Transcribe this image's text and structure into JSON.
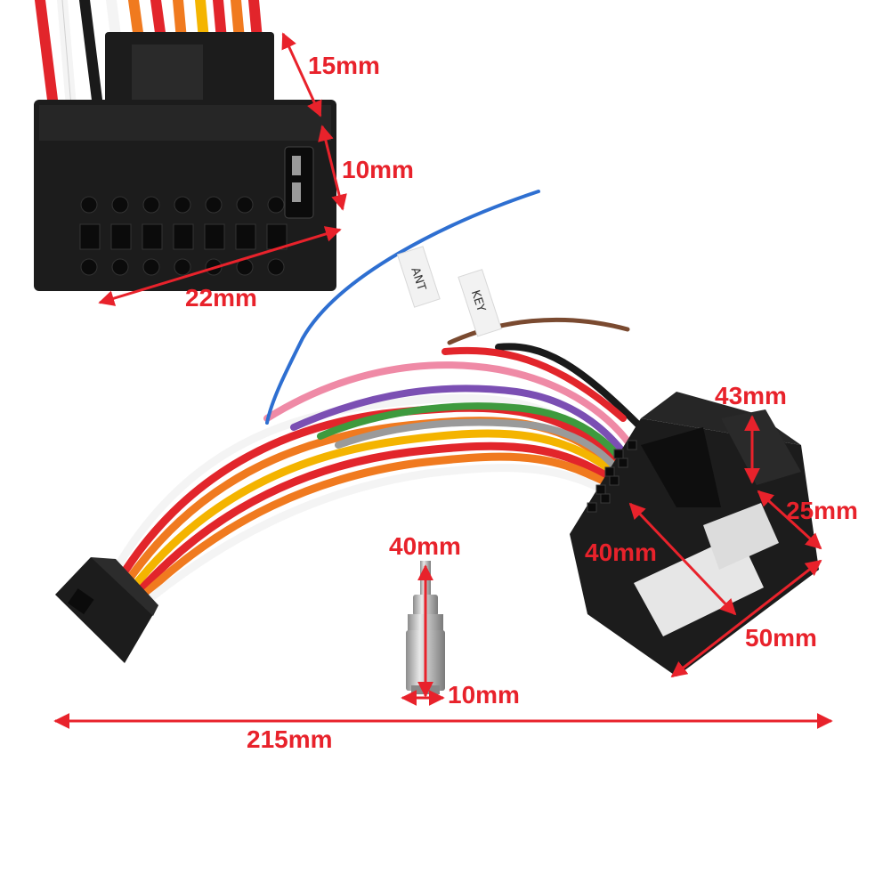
{
  "colors": {
    "dimension": "#e8222b",
    "plastic": "#1c1c1c",
    "tag": "#f2f2f2",
    "wire_red": "#e2252b",
    "wire_orange": "#f07a1f",
    "wire_yellow": "#f4b400",
    "wire_white": "#f4f4f4",
    "wire_black": "#1a1a1a",
    "wire_blue": "#2e6fd1",
    "wire_brown": "#7a4a30",
    "wire_pink": "#ef8aa6",
    "wire_purple": "#7b4fb3",
    "wire_green": "#3e9a3e",
    "wire_gray": "#9a9a9a"
  },
  "tags": {
    "ant": "ANT",
    "key": "KEY"
  },
  "dimensions": {
    "top_connector_depth": "15mm",
    "top_connector_height": "10mm",
    "top_connector_width": "22mm",
    "socket_height": "43mm",
    "socket_depth": "25mm",
    "socket_diagonal": "40mm",
    "socket_width": "50mm",
    "antenna_length": "40mm",
    "antenna_diameter": "10mm",
    "total_length": "215mm"
  }
}
